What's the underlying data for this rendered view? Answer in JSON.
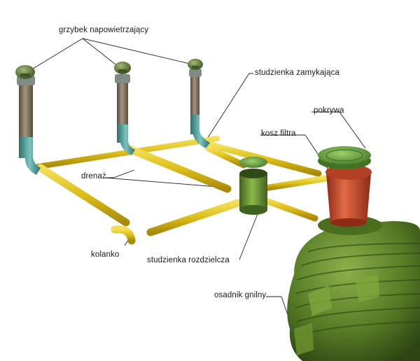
{
  "labels": {
    "vent_cap": "grzybek napowietrzający",
    "closing_well": "studzienka zamykająca",
    "lid": "pokrywa",
    "filter_basket": "kosz filtra",
    "drainage": "drenaż",
    "elbow": "kolanko",
    "distribution_well": "studzienka rozdzielcza",
    "septic_tank": "osadnik gnilny"
  },
  "colors": {
    "pipe_yellow": "#e0c21c",
    "riser_brown": "#7a6a55",
    "elbow_teal": "#4e9f9a",
    "cap_green": "#5f7a3a",
    "tank_green": "#557a25",
    "basket_red": "#c9482b",
    "lid_green": "#5f9a3a"
  }
}
